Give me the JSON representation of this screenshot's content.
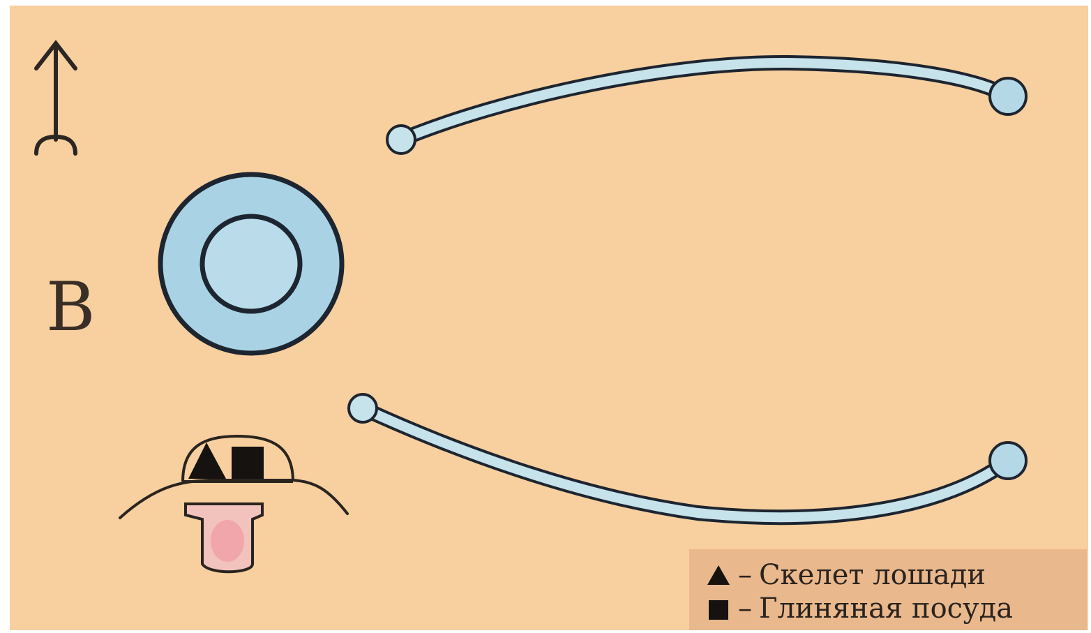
{
  "map": {
    "direction_letter": "В",
    "north_arrow_icon": "north-arrow-icon",
    "features": [
      {
        "id": "ring-mound",
        "kind": "round pit with ring"
      },
      {
        "id": "upper-arc",
        "kind": "ditch / trench"
      },
      {
        "id": "lower-arc",
        "kind": "ditch / trench"
      },
      {
        "id": "burial",
        "kind": "burial with finds"
      }
    ],
    "colors": {
      "background": "#f8cf9e",
      "water_blue": "#bfe0ea",
      "outline": "#1d2530",
      "legend_bg": "#e9b88d",
      "pink_fill": "#f0b9b5"
    }
  },
  "legend": {
    "items": [
      {
        "icon": "triangle-icon",
        "dash": "–",
        "label": "Скелет лошади"
      },
      {
        "icon": "square-icon",
        "dash": "–",
        "label": "Глиняная посуда"
      }
    ]
  }
}
